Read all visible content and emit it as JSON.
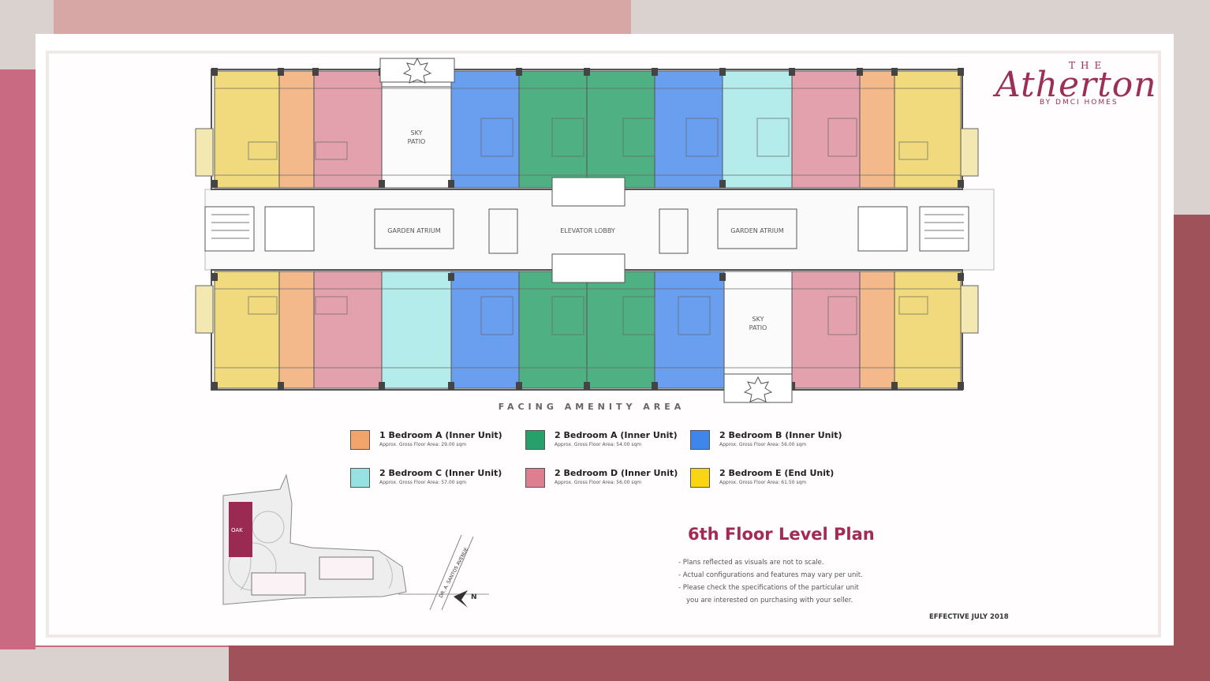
{
  "brand": {
    "the": "THE",
    "name": "Atherton",
    "by": "BY DMCI HOMES",
    "color": "#9c2f57"
  },
  "plan_labels": {
    "sky_patio_line1": "SKY",
    "sky_patio_line2": "PATIO",
    "garden_atrium": "GARDEN ATRIUM",
    "elevator_lobby": "ELEVATOR LOBBY",
    "facing": "FACING AMENITY AREA"
  },
  "legend": [
    {
      "title": "1 Bedroom A (Inner Unit)",
      "sub": "Approx. Gross Floor Area: 29.00 sqm",
      "color": "#f3a46b"
    },
    {
      "title": "2 Bedroom A (Inner Unit)",
      "sub": "Approx. Gross Floor Area: 54.00 sqm",
      "color": "#27a06b"
    },
    {
      "title": "2 Bedroom B (Inner Unit)",
      "sub": "Approx. Gross Floor Area: 56.00 sqm",
      "color": "#3f86ea"
    },
    {
      "title": "2 Bedroom C (Inner Unit)",
      "sub": "Approx. Gross Floor Area: 57.00 sqm",
      "color": "#96e2e2"
    },
    {
      "title": "2 Bedroom D (Inner Unit)",
      "sub": "Approx. Gross Floor Area: 56.00 sqm",
      "color": "#dd7f8e"
    },
    {
      "title": "2 Bedroom E (End Unit)",
      "sub": "Approx. Gross Floor Area: 61.50 sqm",
      "color": "#f9d514"
    }
  ],
  "floor_title": "6th Floor Level Plan",
  "notes": [
    "- Plans reflected as visuals are not to scale.",
    "- Actual configurations and features may vary per unit.",
    "- Please check the specifications of the particular unit",
    "  you are interested on purchasing with your seller."
  ],
  "effective": "EFFECTIVE JULY 2018",
  "site": {
    "building": "OAK",
    "road": "DR. A. SANTOS AVENUE",
    "north": "N"
  },
  "unit_colors": {
    "yellow": "#f1da7e",
    "orange": "#f3b98b",
    "pink": "#e3a0ad",
    "blue": "#6a9ff0",
    "green": "#4fb083",
    "cyan": "#b4ecec"
  }
}
